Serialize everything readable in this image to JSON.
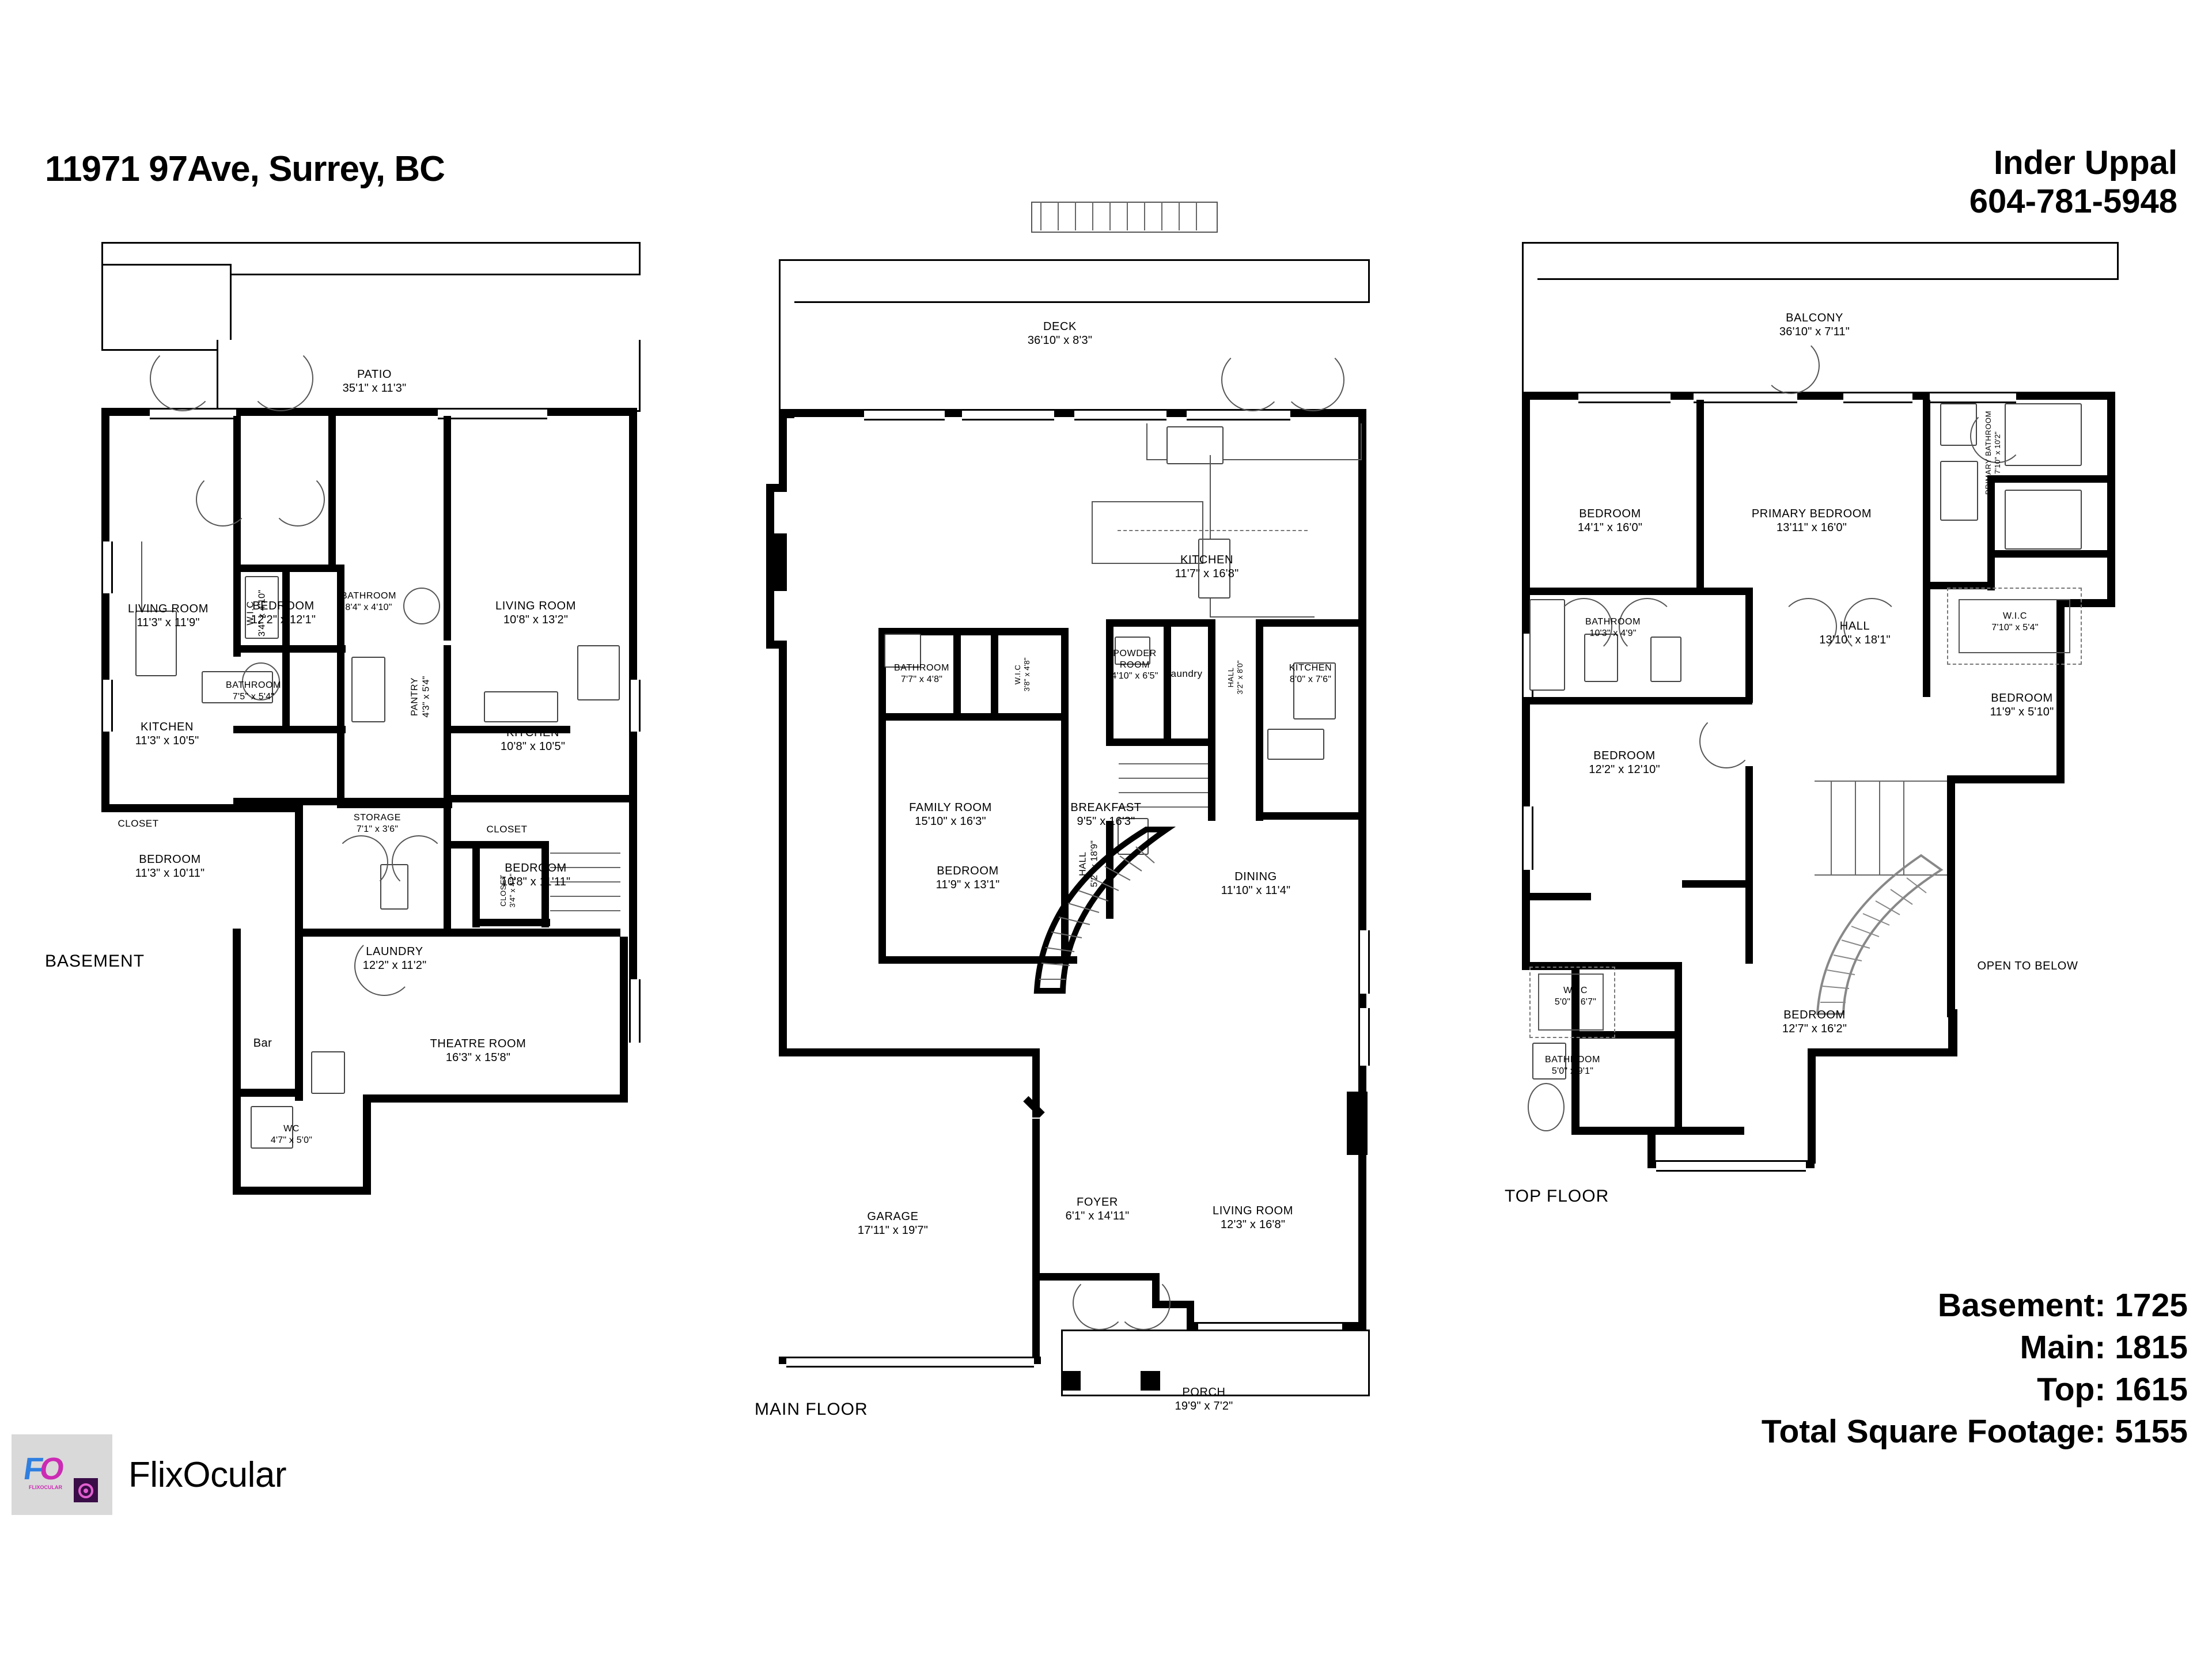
{
  "header": {
    "address": "11971 97Ave, Surrey, BC",
    "agent_name": "Inder Uppal",
    "agent_phone": "604-781-5948"
  },
  "brand": {
    "name": "FlixOcular",
    "logo_text": "FO",
    "logo_sub": "FLIXOCULAR"
  },
  "summary": {
    "basement": "Basement: 1725",
    "main": "Main: 1815",
    "top": "Top: 1615",
    "total": "Total Square Footage: 5155"
  },
  "floors": [
    {
      "id": "basement",
      "label": "BASEMENT",
      "rooms": [
        {
          "name": "PATIO",
          "dim": "35'1\" x 11'3\""
        },
        {
          "name": "LIVING ROOM",
          "dim": "11'3\" x 11'9\""
        },
        {
          "name": "BEDROOM",
          "dim": "12'2\" x 12'1\""
        },
        {
          "name": "LIVING ROOM",
          "dim": "10'8\" x 13'2\""
        },
        {
          "name": "KITCHEN",
          "dim": "11'3\" x 10'5\""
        },
        {
          "name": "KITCHEN",
          "dim": "10'8\" x 10'5\""
        },
        {
          "name": "W.I.C",
          "dim": "3'4\" x 4'10\""
        },
        {
          "name": "BATHROOM",
          "dim": "8'4\" x 4'10\""
        },
        {
          "name": "BATHROOM",
          "dim": "7'5\" x 5'4\""
        },
        {
          "name": "PANTRY",
          "dim": "4'3\" x 5'4\""
        },
        {
          "name": "STORAGE",
          "dim": "7'1\" x 3'6\""
        },
        {
          "name": "CLOSET",
          "dim": "3'4\" x 4'2\""
        },
        {
          "name": "CLOSET",
          "dim": ""
        },
        {
          "name": "CLOSET",
          "dim": ""
        },
        {
          "name": "BEDROOM",
          "dim": "11'3\" x 10'11\""
        },
        {
          "name": "BEDROOM",
          "dim": "10'8\" x 11'11\""
        },
        {
          "name": "LAUNDRY",
          "dim": "12'2\" x 11'2\""
        },
        {
          "name": "Bar",
          "dim": ""
        },
        {
          "name": "THEATRE ROOM",
          "dim": "16'3\" x 15'8\""
        },
        {
          "name": "WC",
          "dim": "4'7\" x 5'0\""
        }
      ]
    },
    {
      "id": "main",
      "label": "MAIN FLOOR",
      "rooms": [
        {
          "name": "DECK",
          "dim": "36'10\" x 8'3\""
        },
        {
          "name": "KITCHEN",
          "dim": "11'7\" x 16'8\""
        },
        {
          "name": "FAMILY ROOM",
          "dim": "15'10\" x 16'3\""
        },
        {
          "name": "BREAKFAST",
          "dim": "9'5\" x 16'3\""
        },
        {
          "name": "BATHROOM",
          "dim": "7'7\" x 4'8\""
        },
        {
          "name": "W.I.C",
          "dim": "3'8\" x 4'8\""
        },
        {
          "name": "POWDER ROOM",
          "dim": "4'10\" x 6'5\""
        },
        {
          "name": "Laundry",
          "dim": ""
        },
        {
          "name": "HALL",
          "dim": "3'2\" x 8'0\""
        },
        {
          "name": "KITCHEN",
          "dim": "8'0\" x 7'6\""
        },
        {
          "name": "BEDROOM",
          "dim": "11'9\" x 13'1\""
        },
        {
          "name": "HALL",
          "dim": "5'2\" x 18'9\""
        },
        {
          "name": "DINING",
          "dim": "11'10\" x 11'4\""
        },
        {
          "name": "GARAGE",
          "dim": "17'11\" x 19'7\""
        },
        {
          "name": "FOYER",
          "dim": "6'1\" x 14'11\""
        },
        {
          "name": "LIVING ROOM",
          "dim": "12'3\" x 16'8\""
        },
        {
          "name": "PORCH",
          "dim": "19'9\" x 7'2\""
        }
      ]
    },
    {
      "id": "top",
      "label": "TOP FLOOR",
      "rooms": [
        {
          "name": "BALCONY",
          "dim": "36'10\" x 7'11\""
        },
        {
          "name": "BEDROOM",
          "dim": "14'1\" x 16'0\""
        },
        {
          "name": "PRIMARY BEDROOM",
          "dim": "13'11\" x 16'0\""
        },
        {
          "name": "PRIMARY BATHROOM",
          "dim": "7'10\" x 10'2\""
        },
        {
          "name": "W.I.C",
          "dim": "7'10\" x 5'4\""
        },
        {
          "name": "BATHROOM",
          "dim": "10'3\" x 4'9\""
        },
        {
          "name": "HALL",
          "dim": "13'10\" x 18'1\""
        },
        {
          "name": "BEDROOM",
          "dim": "11'9\" x 5'10\""
        },
        {
          "name": "BEDROOM",
          "dim": "12'2\" x 12'10\""
        },
        {
          "name": "W.I.C",
          "dim": "5'0\" x 6'7\""
        },
        {
          "name": "BATHROOM",
          "dim": "5'0\" x 9'1\""
        },
        {
          "name": "BEDROOM",
          "dim": "12'7\" x 16'2\""
        },
        {
          "name": "OPEN TO BELOW",
          "dim": ""
        }
      ]
    }
  ]
}
